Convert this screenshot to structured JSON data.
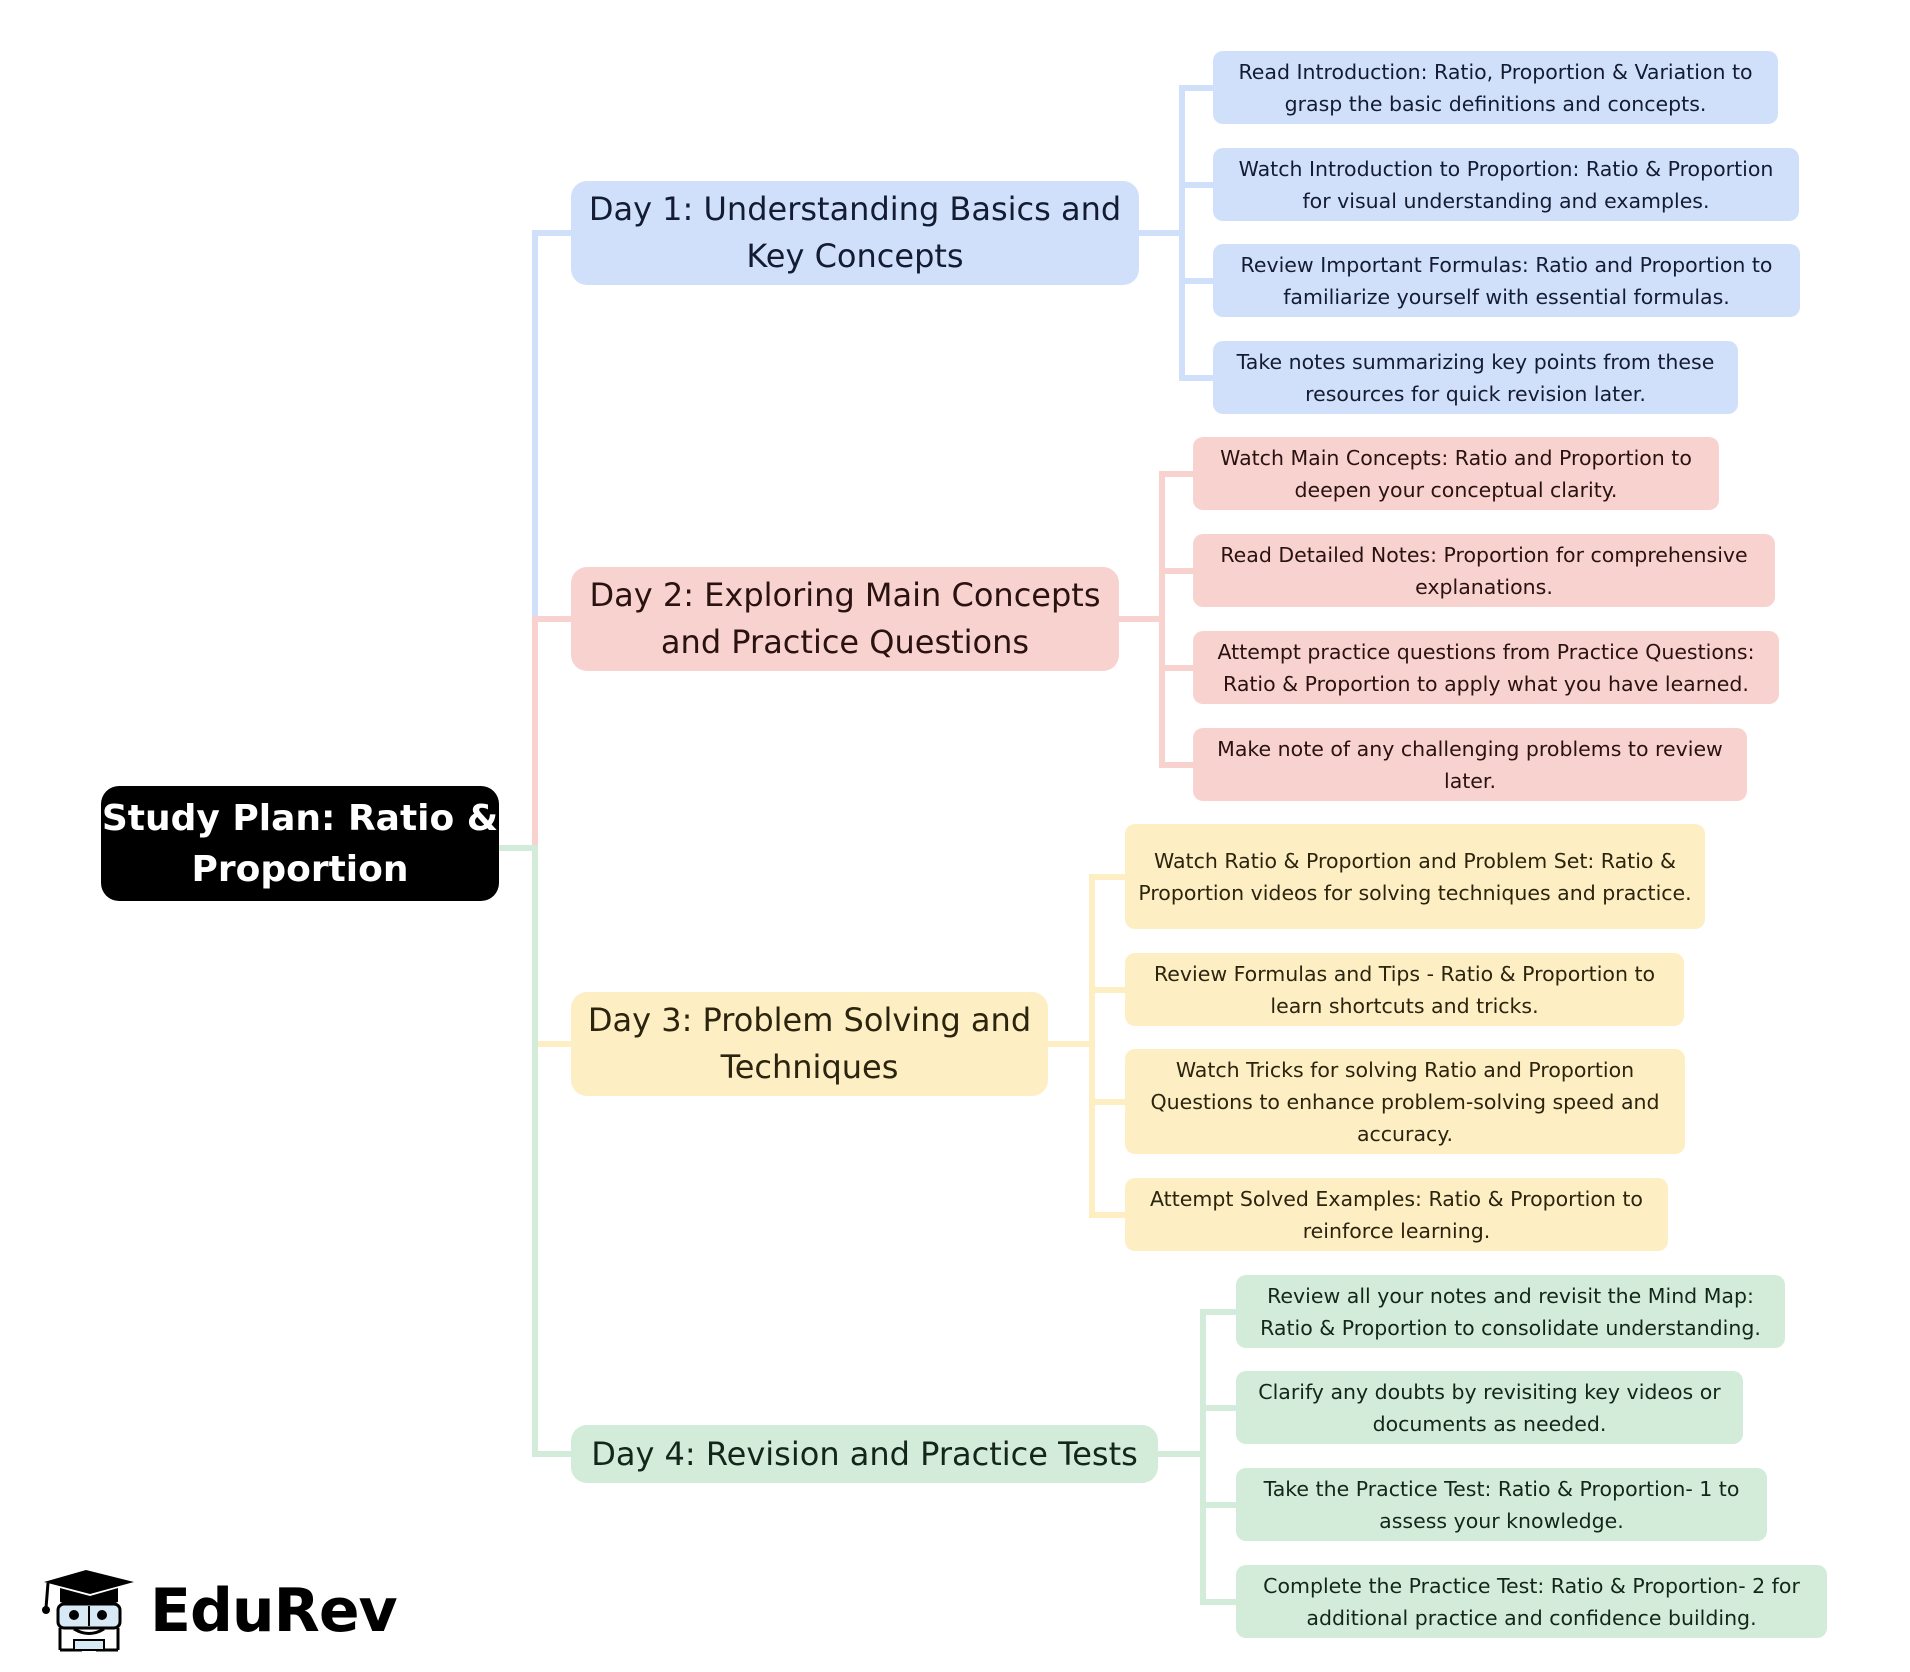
{
  "root": {
    "label": "Study Plan: Ratio & Proportion"
  },
  "colors": {
    "blue_fill": "#d1e0fa",
    "blue_line": "#d1e0fa",
    "red_fill": "#f8d2cf",
    "red_line": "#f8d2cf",
    "yellow_fill": "#fdeec3",
    "yellow_line": "#fdeec3",
    "green_fill": "#d3ebd9",
    "green_line": "#d3ebd9"
  },
  "branches": [
    {
      "label": "Day 1: Understanding Basics and Key Concepts",
      "color": "blue",
      "tasks": [
        "Read Introduction: Ratio, Proportion & Variation to grasp the basic definitions and concepts.",
        "Watch Introduction to Proportion: Ratio & Proportion for visual understanding and examples.",
        "Review Important Formulas: Ratio and Proportion to familiarize yourself with essential formulas.",
        "Take notes summarizing key points from these resources for quick revision later."
      ]
    },
    {
      "label": "Day 2: Exploring Main Concepts and Practice Questions",
      "color": "red",
      "tasks": [
        "Watch Main Concepts: Ratio and Proportion to deepen your conceptual clarity.",
        "Read Detailed Notes: Proportion for comprehensive explanations.",
        "Attempt practice questions from Practice Questions: Ratio & Proportion to apply what you have learned.",
        "Make note of any challenging problems to review later."
      ]
    },
    {
      "label": "Day 3: Problem Solving and Techniques",
      "color": "yellow",
      "tasks": [
        "Watch Ratio & Proportion and Problem Set: Ratio & Proportion videos for solving techniques and practice.",
        "Review Formulas and Tips - Ratio & Proportion to learn shortcuts and tricks.",
        "Watch Tricks for solving Ratio and Proportion Questions to enhance problem-solving speed and accuracy.",
        "Attempt Solved Examples: Ratio & Proportion to reinforce learning."
      ]
    },
    {
      "label": "Day 4: Revision and Practice Tests",
      "color": "green",
      "tasks": [
        "Review all your notes and revisit the Mind Map: Ratio & Proportion to consolidate understanding.",
        "Clarify any doubts by revisiting key videos or documents as needed.",
        "Take the Practice Test: Ratio & Proportion- 1 to assess your knowledge.",
        "Complete the Practice Test: Ratio & Proportion- 2 for additional practice and confidence building."
      ]
    }
  ],
  "logo": {
    "text": "EduRev"
  }
}
